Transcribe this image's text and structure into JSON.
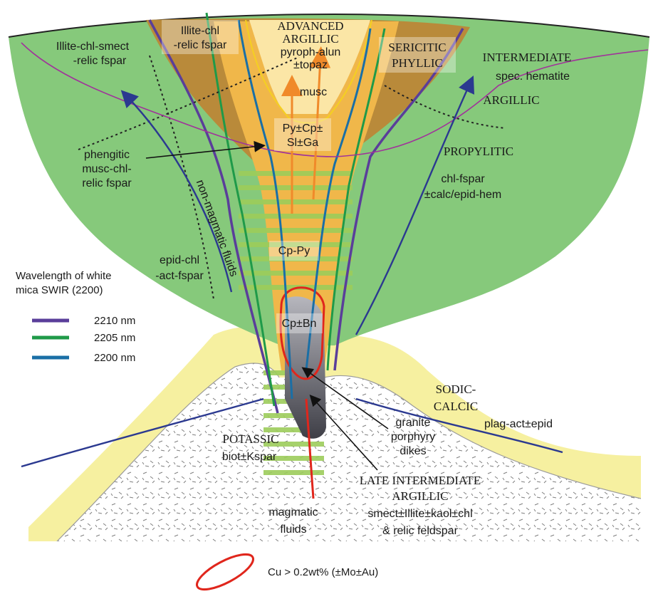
{
  "zones": {
    "advanced_argillic": [
      "ADVANCED",
      "ARGILLIC",
      "pyroph-alun",
      "±topaz"
    ],
    "illite_chl_top": [
      "Illite-chl",
      "-relic fspar"
    ],
    "illite_chl_smect": [
      "Illite-chl-smect",
      "-relic fspar"
    ],
    "sericitic": [
      "SERICITIC",
      "PHYLLIC"
    ],
    "intermediate": "INTERMEDIATE",
    "spec_hematite": "spec. hematite",
    "argillic": "ARGILLIC",
    "propylitic": "PROPYLITIC",
    "musc": "musc",
    "py_cp": [
      "Py±Cp±",
      "Sl±Ga"
    ],
    "phengitic": [
      "phengitic",
      "musc-chl-",
      "relic fspar"
    ],
    "chl_fspar": [
      "chl-fspar",
      "±calc/epid-hem"
    ],
    "non_magmatic": "non-magmatic fluids",
    "epid_chl": [
      "epid-chl",
      "-act-fspar"
    ],
    "cp_py": "Cp-Py",
    "cp_bn": "Cp±Bn",
    "sodic_calcic": [
      "SODIC-",
      "CALCIC"
    ],
    "plag_act": "plag-act±epid",
    "potassic": "POTASSIC",
    "biot_kspar": "biot±Kspar",
    "granite_dikes": [
      "granite",
      "porphyry",
      "dikes"
    ],
    "late_intermediate": [
      "LATE INTERMEDIATE",
      "ARGILLIC",
      "smect±Illite±kaol±chl",
      "& relic feldspar"
    ],
    "magmatic": [
      "magmatic",
      "fluids"
    ]
  },
  "legend": {
    "title": [
      "Wavelength of white",
      "mica SWIR (2200)"
    ],
    "items": [
      {
        "label": "2210 nm",
        "color": "#5a3e9a"
      },
      {
        "label": "2205 nm",
        "color": "#1f9a49"
      },
      {
        "label": "2200 nm",
        "color": "#1a6fa6"
      }
    ],
    "cu_label": "Cu > 0.2wt% (±Mo±Au)",
    "cu_color": "#e0261c"
  },
  "colors": {
    "propylitic_green": "#86c97b",
    "sodic_yellow": "#f6f0a0",
    "advanced_brown": "#b98a3a",
    "sericitic_orange": "#f0b74a",
    "core_light": "#fbe6a6",
    "arrow_blue": "#2b3990"
  }
}
